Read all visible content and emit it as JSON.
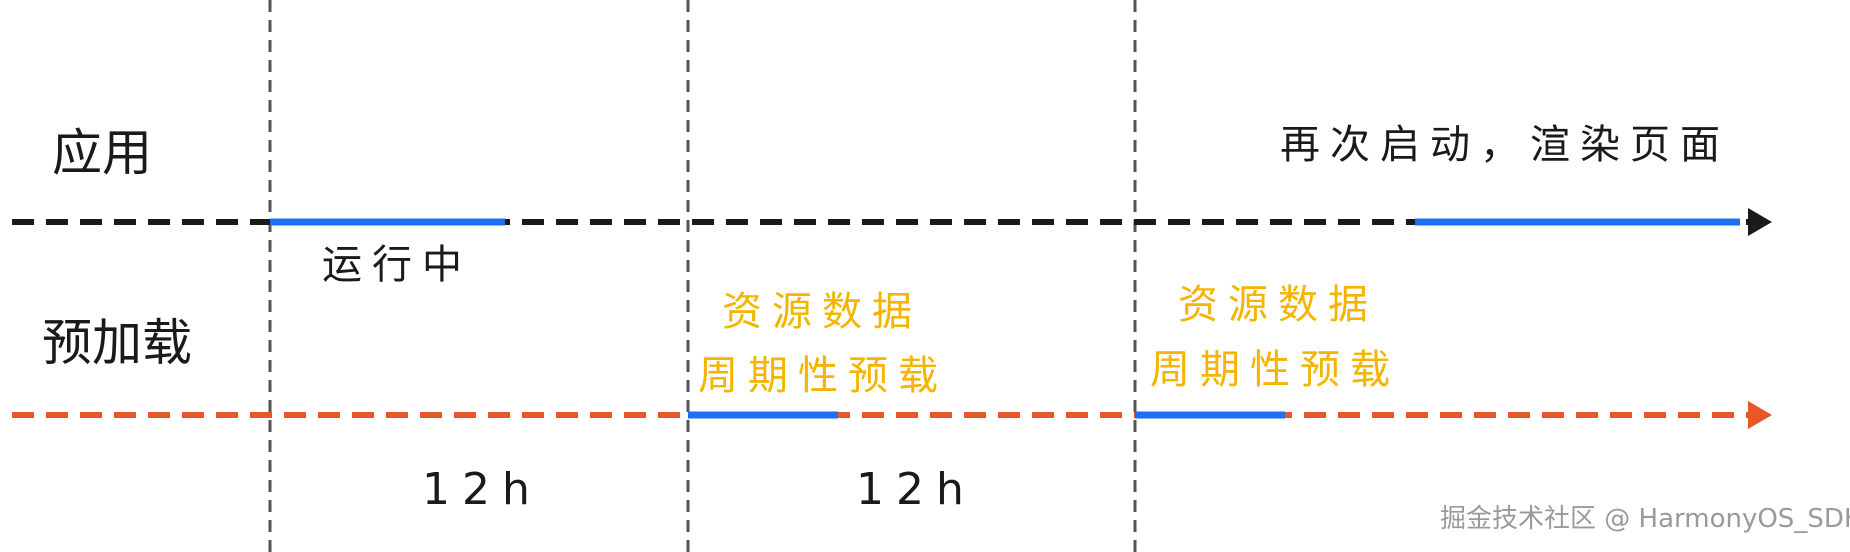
{
  "rows": {
    "app_label": "应用",
    "preload_label": "预加载"
  },
  "annotations": {
    "running": "运行中",
    "relaunch": "再次启动，渲染页面",
    "preload1_line1": "资源数据",
    "preload1_line2": "周期性预载",
    "preload2_line1": "资源数据",
    "preload2_line2": "周期性预载"
  },
  "durations": [
    "12h",
    "12h"
  ],
  "watermark": "掘金技术社区 @ HarmonyOS_SDK",
  "colors": {
    "app_line": "#1a1a1a",
    "preload_line": "#e8572a",
    "active": "#1e6ff0",
    "divider": "#555555",
    "highlight_text": "#f5b400"
  }
}
